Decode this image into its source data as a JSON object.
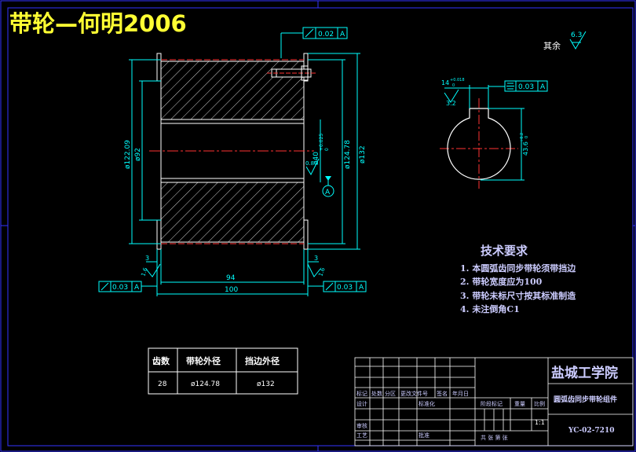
{
  "banner_title": "带轮—何明2006",
  "colors": {
    "background": "#000000",
    "frame": "#3333ff",
    "outline": "#ffffff",
    "dim": "#00ffff",
    "center": "#ff3333",
    "hatch": "#ffffff",
    "notes": "#ccccff",
    "banner": "#ffff33",
    "table": "#ffffff"
  },
  "surface_finish": {
    "label": "其余",
    "value": "6.3"
  },
  "top_tolerance": {
    "value": "0.02",
    "datum": "A"
  },
  "section_view": {
    "dims": {
      "d_outer": "ø122.09",
      "d_inner": "ø92",
      "d_bore": "ø40",
      "bore_tol_upper": "+0.025",
      "bore_tol_lower": "0",
      "d_tooth": "ø124.78",
      "d_flange": "ø132",
      "roughness_bore": "0.8",
      "datum": "A",
      "flange_left": "3",
      "flange_right": "3",
      "finish_left": "1.6",
      "finish_right": "1.6",
      "length_inner": "94",
      "length_total": "100"
    },
    "runout_left": {
      "value": "0.03",
      "datum": "A"
    },
    "runout_right": {
      "value": "0.03",
      "datum": "A"
    }
  },
  "keyway_view": {
    "width_dim": "14",
    "width_tol_upper": "+0.018",
    "width_tol_lower": "0",
    "sym_tol": "0.03",
    "sym_datum": "A",
    "finish": "3.2",
    "depth_dim": "43.6",
    "depth_tol_upper": "+0.2",
    "depth_tol_lower": "0"
  },
  "notes": {
    "title": "技术要求",
    "items": [
      "1. 本圆弧齿同步带轮须带挡边",
      "2. 带轮宽度应为100",
      "3. 带轮未标尺寸按其标准制造",
      "4. 未注倒角C1"
    ]
  },
  "param_table": {
    "headers": [
      "齿数",
      "带轮外径",
      "挡边外径"
    ],
    "row": [
      "28",
      "ø124.78",
      "ø132"
    ]
  },
  "title_block": {
    "school": "盐城工学院",
    "part_name": "圆弧齿同步带轮组件",
    "drawing_no": "YC-02-7210",
    "scale": "1:1",
    "labels": {
      "mark": "标记",
      "count": "处数",
      "zone": "分区",
      "change_doc": "更改文件号",
      "sign": "签名",
      "date": "年月日",
      "design": "设计",
      "standardize": "标准化",
      "stage_mark": "阶段标记",
      "weight": "重量",
      "ratio": "比例",
      "review": "审核",
      "process": "工艺",
      "approve": "批准",
      "sheets": "共  张  第  张"
    }
  }
}
